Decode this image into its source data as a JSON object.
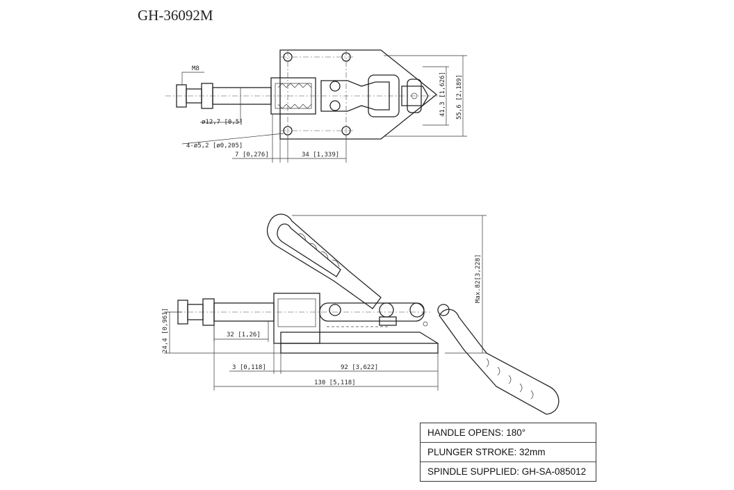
{
  "title": "GH-36092M",
  "top_view": {
    "thread_label": "M8",
    "rod_dia": "ø12,7 [0,5]",
    "holes": "4-ø5,2 [ø0,205]",
    "dim_7": "7 [0,276]",
    "dim_34": "34 [1,339]",
    "dim_41": "41,3 [1,626]",
    "dim_55": "55,6 [2,189]"
  },
  "side_view": {
    "dim_24": "24,4 [0,961]",
    "dim_32": "32 [1,26]",
    "dim_3": "3 [0,118]",
    "dim_92": "92 [3,622]",
    "dim_130": "130 [5,118]",
    "dim_max": "Max.82[3,228]"
  },
  "specs": [
    "HANDLE OPENS: 180°",
    "PLUNGER STROKE: 32mm",
    "SPINDLE SUPPLIED: GH-SA-085012"
  ]
}
